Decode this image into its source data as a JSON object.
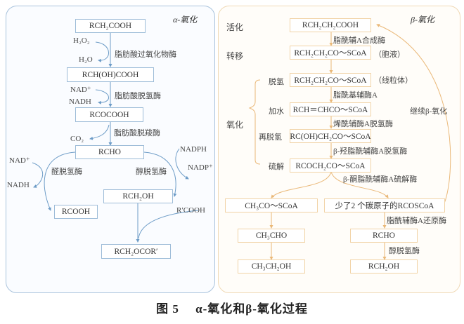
{
  "alpha": {
    "title": "α-氧化",
    "nodes": {
      "start": "RCH₂COOH",
      "hydroxy": "RCH(OH)COOH",
      "keto": "RCOCOOH",
      "aldehyde": "RCHO",
      "alcohol": "RCH₂OH",
      "acid": "RCOOH",
      "ester": "RCH₂OCOR′"
    },
    "cofactors": {
      "h2o2": "H₂O₂",
      "h2o": "H₂O",
      "nad_plus_1": "NAD⁺",
      "nadh_1": "NADH",
      "co2": "CO₂",
      "nad_plus_2": "NAD⁺",
      "nadh_2": "NADH",
      "nadph": "NADPH",
      "nadp_plus": "NADP⁺",
      "r_prime_cooh": "R′COOH"
    },
    "enzymes": {
      "peroxidase": "脂肪酸过氧化物酶",
      "dehydrogenase": "脂肪酸脱氢酶",
      "decarboxylase": "脂肪酸脱羧酶",
      "aldehyde_dh": "醛脱氢酶",
      "alcohol_dh": "醇脱氢酶"
    }
  },
  "beta": {
    "title": "β-氧化",
    "stages": {
      "activation": "活化",
      "transfer": "转移",
      "oxidation": "氧化",
      "dehydrogenation": "脱氢",
      "hydration": "加水",
      "re_dehydrogenation": "再脱氢",
      "thiolysis": "硫解"
    },
    "nodes": {
      "start": "RCH₂CH₂COOH",
      "acyl_coa_cytosol": "RCH₂CH₂CO～SCoA",
      "acyl_coa_mito": "RCH₂CH₂CO～SCoA",
      "enoyl": "RCH＝CHCO～SCoA",
      "hydroxyacyl": "RC(OH)CH₂CO～SCoA",
      "ketoacyl": "RCOCH₂CO～SCoA",
      "acetyl_coa": "CH₃CO～SCoA",
      "acetaldehyde": "CH₃CHO",
      "ethanol": "CH₃CH₂OH",
      "shortened": "少了2 个碳原子的RCOSCoA",
      "aldehyde": "RCHO",
      "alcohol": "RCH₂OH"
    },
    "locations": {
      "cytosol": "（胞液）",
      "mitochondria": "（线粒体）"
    },
    "enzymes": {
      "synthetase": "脂酰辅A合成酶",
      "acyl_coa_a": "脂酰基辅酶A",
      "enoyl_dh": "烯酰辅酶A脱氢酶",
      "hydroxy_dh": "β-羟脂酰辅酶A脱氢酶",
      "thiolase": "β-酮脂酰辅酶A硫解酶",
      "reductase": "脂酰辅酶A还原酶",
      "alcohol_dh": "醇脱氢酶"
    },
    "loop_label": "继续β-氧化"
  },
  "caption": "图 5　 α-氧化和β-氧化过程",
  "colors": {
    "alpha_border": "#9dbcd8",
    "alpha_line": "#6d9cc7",
    "beta_border": "#f1d3a6",
    "beta_line": "#eab878"
  }
}
